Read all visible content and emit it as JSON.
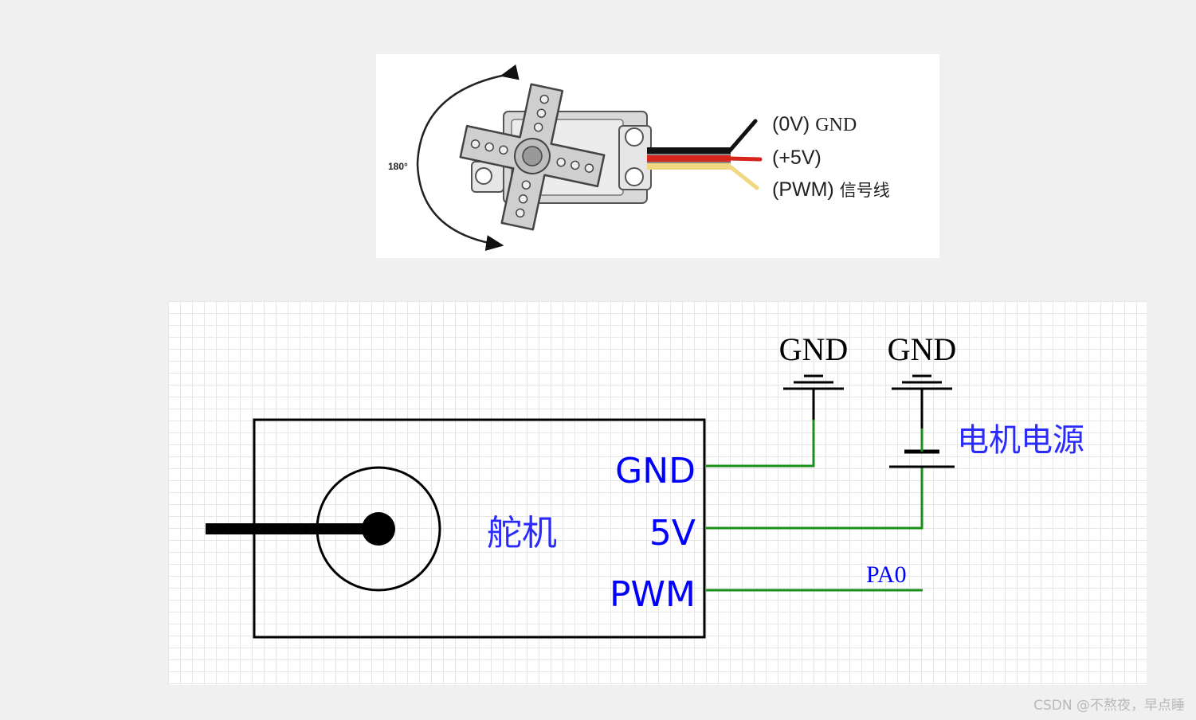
{
  "photo": {
    "rotation_label": "180°",
    "wire_labels": [
      {
        "prefix": "(0V)",
        "suffix": "GND"
      },
      {
        "prefix": "(+5V)",
        "suffix": ""
      },
      {
        "prefix": "(PWM)",
        "suffix": "信号线"
      }
    ],
    "wire_colors": [
      "#111111",
      "#d7261e",
      "#f0d780"
    ]
  },
  "schematic": {
    "servo_label": "舵机",
    "pins": [
      "GND",
      "5V",
      "PWM"
    ],
    "gnd_labels": [
      "GND",
      "GND"
    ],
    "power_label": "电机电源",
    "net_label": "PA0",
    "colors": {
      "wire": "#1a8f1a",
      "pin_text": "#0000ff",
      "cn_text": "#2a2aff",
      "outline": "#000000"
    }
  },
  "watermark": "CSDN @不熬夜，早点睡"
}
